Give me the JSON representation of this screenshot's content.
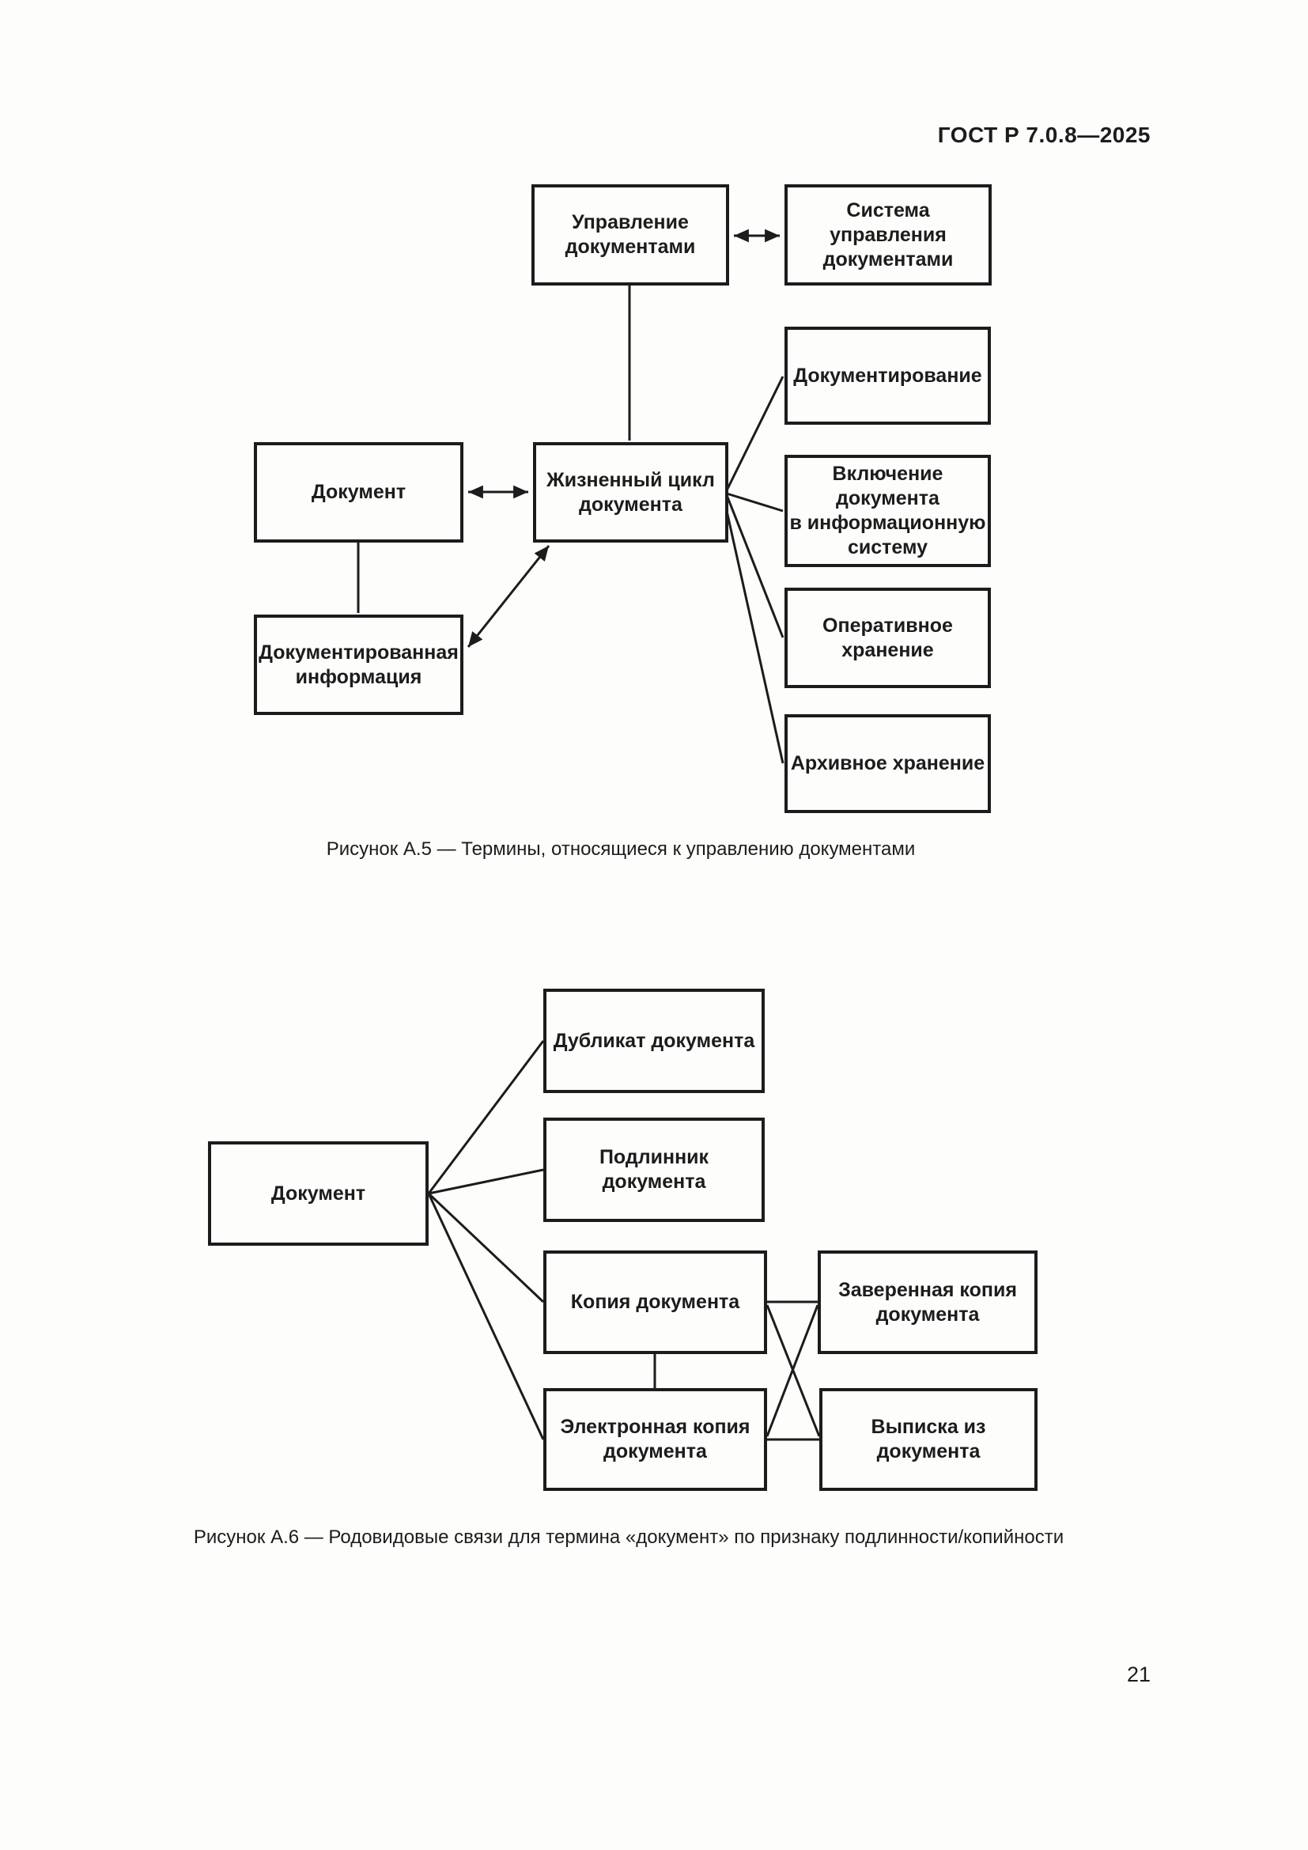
{
  "page": {
    "header": "ГОСТ Р 7.0.8—2025",
    "page_number": "21"
  },
  "figure_a5": {
    "caption": "Рисунок А.5 — Термины, относящиеся к управлению документами",
    "boxes": {
      "upravlenie": "Управление\nдокументами",
      "sistema": "Система управления\nдокументами",
      "dokument": "Документ",
      "zhiznennyj_cikl": "Жизненный цикл\nдокумента",
      "dokumentirovannaya_informaciya": "Документированная\nинформация",
      "dokumentirovanie": "Документирование",
      "vklyuchenie": "Включение\nдокумента\nв информационную\nсистему",
      "operativnoe_hranenie": "Оперативное\nхранение",
      "arhivnoe_hranenie": "Архивное хранение"
    }
  },
  "figure_a6": {
    "caption": "Рисунок А.6 — Родовидовые связи для термина «документ» по признаку подлинности/копийности",
    "boxes": {
      "dokument": "Документ",
      "dublikat": "Дубликат документа",
      "podlinnik": "Подлинник\nдокумента",
      "kopiya": "Копия документа",
      "zaverennaya_kopiya": "Заверенная копия\nдокумента",
      "elektronnaya_kopiya": "Электронная копия\nдокумента",
      "vypiska": "Выписка из\nдокумента"
    }
  }
}
